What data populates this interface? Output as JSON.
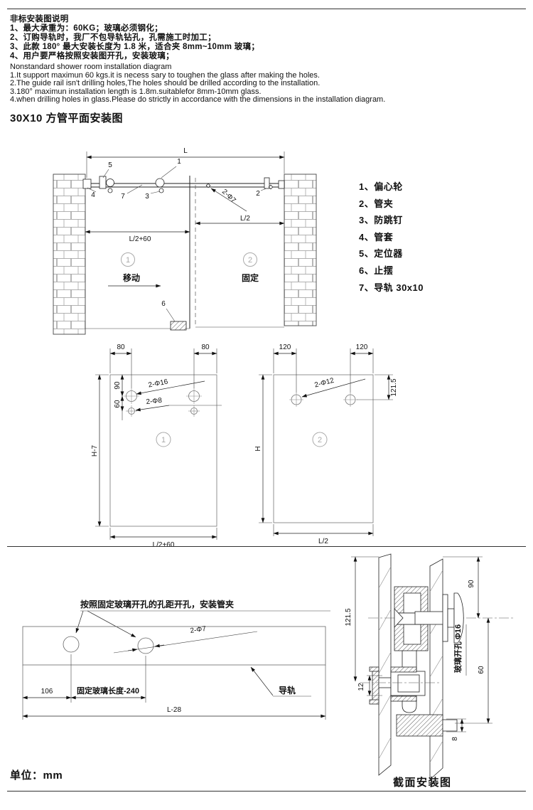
{
  "notes_cn": {
    "title": "非标安装图说明",
    "lines": [
      "1、最大承重为：60KG；玻璃必须钢化；",
      "2、订购导轨时，我厂不包导轨钻孔，孔需施工时加工；",
      "3、此款 180°  最大安装长度为 1.8 米，适合夹 8mm~10mm 玻璃；",
      "4、用户要严格按照安装图开孔，安装玻璃；"
    ]
  },
  "notes_en": {
    "title": "Nonstandard shower room installation diagram",
    "lines": [
      "1.It support maximun 60 kgs.it is necess sary to toughen the glass after making the holes.",
      "2.The guide rail isn't drilling holes,The holes should be drilled according to the installation.",
      "3.180°  maximun installation length is 1.8m.suitablefor 8mm-10mm glass.",
      "4.when drilling holes in glass.Please do strictly in accordance with the dimensions in the installation diagram."
    ]
  },
  "section_title": "30X10 方管平面安装图",
  "plan": {
    "dim_l": "L",
    "dim_half_plus": "L/2+60",
    "dim_half": "L/2",
    "hole": "2-Φ7",
    "c1": "1",
    "c2": "2",
    "c3": "3",
    "c4": "4",
    "c5": "5",
    "c6": "6",
    "c7": "7",
    "tag1": "1",
    "tag2": "2",
    "move": "移动",
    "fixed": "固定"
  },
  "legend": {
    "items": [
      "1、偏心轮",
      "2、管夹",
      "3、防跳钉",
      "4、管套",
      "5、定位器",
      "6、止摆",
      "7、导轨 30x10"
    ]
  },
  "panel1": {
    "tag": "1",
    "d80a": "80",
    "d80b": "80",
    "d90": "90",
    "d60": "60",
    "hole_big": "2-Φ16",
    "hole_small": "2-Φ8",
    "dh": "H-7",
    "dw": "L/2+60"
  },
  "panel2": {
    "tag": "2",
    "d120a": "120",
    "d120b": "120",
    "d1215": "121.5",
    "hole": "2-Φ12",
    "dh": "H",
    "dw": "L/2"
  },
  "rail": {
    "note": "按照固定玻璃开孔的孔距开孔，安装管夹",
    "hole": "2-Φ7",
    "track": "导轨",
    "d106": "106",
    "dfix": "固定玻璃长度-240",
    "dtotal": "L-28"
  },
  "xsec": {
    "d1215": "121.5",
    "d12": "12",
    "d90": "90",
    "d60": "60",
    "d8": "8",
    "hole_note": "玻璃开孔 Φ16",
    "caption": "截面安装图"
  },
  "footer": {
    "unit": "单位：mm"
  }
}
